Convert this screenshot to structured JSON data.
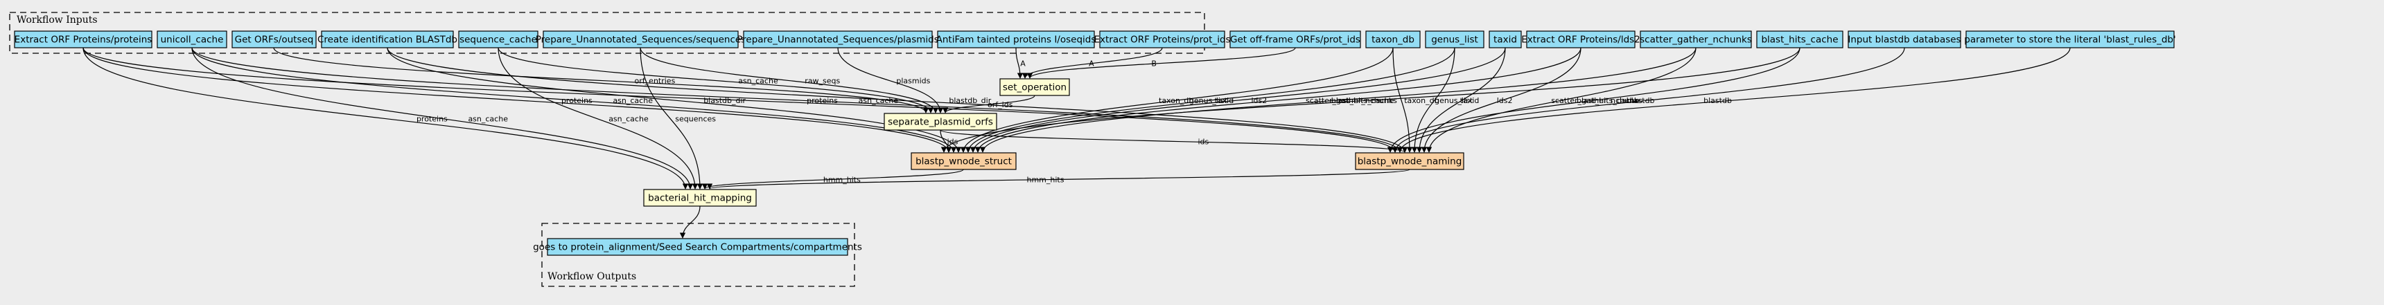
{
  "clusters": {
    "inputs_label": "Workflow Inputs",
    "outputs_label": "Workflow Outputs"
  },
  "inputs": [
    "Extract ORF Proteins/proteins",
    "unicoll_cache",
    "Get ORFs/outseq",
    "Create identification BLASTdb",
    "sequence_cache",
    "Prepare_Unannotated_Sequences/sequences",
    "Prepare_Unannotated_Sequences/plasmids",
    "AntiFam tainted proteins I/oseqids",
    "Extract ORF Proteins/prot_ids",
    "Get off-frame ORFs/prot_ids",
    "taxon_db",
    "genus_list",
    "taxid",
    "Extract ORF Proteins/lds2",
    "scatter_gather_nchunks",
    "blast_hits_cache",
    "Input blastdb databases",
    "parameter to store the literal 'blast_rules_db'"
  ],
  "steps": {
    "set_operation": "set_operation",
    "separate_plasmid_orfs": "separate_plasmid_orfs",
    "blastp_wnode_struct": "blastp_wnode_struct",
    "blastp_wnode_naming": "blastp_wnode_naming",
    "bacterial_hit_mapping": "bacterial_hit_mapping"
  },
  "outputs": [
    "goes to protein_alignment/Seed Search Compartments/compartments"
  ],
  "edges": [
    {
      "from": "in0",
      "to": "bacterial_hit_mapping",
      "label": "proteins"
    },
    {
      "from": "in0",
      "to": "blastp_wnode_struct",
      "label": "proteins"
    },
    {
      "from": "in0",
      "to": "blastp_wnode_naming",
      "label": "proteins"
    },
    {
      "from": "in1",
      "to": "bacterial_hit_mapping",
      "label": "asn_cache"
    },
    {
      "from": "in1",
      "to": "blastp_wnode_struct",
      "label": "asn_cache"
    },
    {
      "from": "in1",
      "to": "blastp_wnode_naming",
      "label": "asn_cache"
    },
    {
      "from": "in2",
      "to": "separate_plasmid_orfs",
      "label": "orf_entries"
    },
    {
      "from": "in3",
      "to": "blastp_wnode_struct",
      "label": "blastdb_dir"
    },
    {
      "from": "in3",
      "to": "blastp_wnode_naming",
      "label": "blastdb_dir"
    },
    {
      "from": "in4",
      "to": "bacterial_hit_mapping",
      "label": "asn_cache"
    },
    {
      "from": "in4",
      "to": "separate_plasmid_orfs",
      "label": "asn_cache"
    },
    {
      "from": "in5",
      "to": "bacterial_hit_mapping",
      "label": "sequences"
    },
    {
      "from": "in5",
      "to": "separate_plasmid_orfs",
      "label": "raw_seqs"
    },
    {
      "from": "in6",
      "to": "separate_plasmid_orfs",
      "label": "plasmids"
    },
    {
      "from": "in7",
      "to": "set_operation",
      "label": "A"
    },
    {
      "from": "in8",
      "to": "set_operation",
      "label": "A"
    },
    {
      "from": "in9",
      "to": "set_operation",
      "label": "B"
    },
    {
      "from": "set_operation",
      "to": "separate_plasmid_orfs",
      "label": "orf_ids"
    },
    {
      "from": "in10",
      "to": "blastp_wnode_struct",
      "label": "taxon_db"
    },
    {
      "from": "in10",
      "to": "blastp_wnode_naming",
      "label": "taxon_db"
    },
    {
      "from": "in11",
      "to": "blastp_wnode_struct",
      "label": "genus_list"
    },
    {
      "from": "in11",
      "to": "blastp_wnode_naming",
      "label": "genus_list"
    },
    {
      "from": "in12",
      "to": "blastp_wnode_struct",
      "label": "taxid"
    },
    {
      "from": "in12",
      "to": "blastp_wnode_naming",
      "label": "taxid"
    },
    {
      "from": "in13",
      "to": "blastp_wnode_struct",
      "label": "lds2"
    },
    {
      "from": "in13",
      "to": "blastp_wnode_naming",
      "label": "lds2"
    },
    {
      "from": "in14",
      "to": "blastp_wnode_struct",
      "label": "scatter_gather_nchunks"
    },
    {
      "from": "in14",
      "to": "blastp_wnode_naming",
      "label": "scatter_gather_nchunks"
    },
    {
      "from": "in15",
      "to": "blastp_wnode_struct",
      "label": "blast_hits_cache"
    },
    {
      "from": "in15",
      "to": "blastp_wnode_naming",
      "label": "blast_hits_cache"
    },
    {
      "from": "in16",
      "to": "blastp_wnode_naming",
      "label": "blastdb"
    },
    {
      "from": "in17",
      "to": "blastp_wnode_naming",
      "label": "blastdb"
    },
    {
      "from": "separate_plasmid_orfs",
      "to": "blastp_wnode_struct",
      "label": "ids"
    },
    {
      "from": "separate_plasmid_orfs",
      "to": "blastp_wnode_naming",
      "label": "ids"
    },
    {
      "from": "blastp_wnode_struct",
      "to": "bacterial_hit_mapping",
      "label": "hmm_hits"
    },
    {
      "from": "blastp_wnode_naming",
      "to": "bacterial_hit_mapping",
      "label": "hmm_hits"
    },
    {
      "from": "bacterial_hit_mapping",
      "to": "out0",
      "label": ""
    }
  ]
}
